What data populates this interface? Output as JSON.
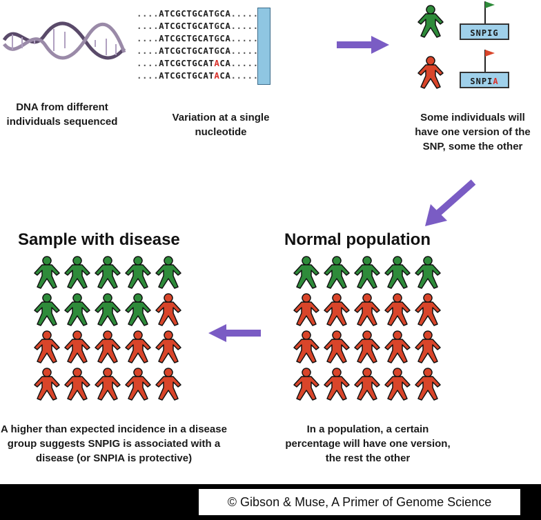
{
  "sequences": {
    "rows": [
      {
        "dots_left": "....",
        "prefix": "ATCGCTGCAT",
        "snp": "G",
        "suffix": "CA",
        "dots_right": ".....",
        "alt": false
      },
      {
        "dots_left": "....",
        "prefix": "ATCGCTGCAT",
        "snp": "G",
        "suffix": "CA",
        "dots_right": ".....",
        "alt": false
      },
      {
        "dots_left": "....",
        "prefix": "ATCGCTGCAT",
        "snp": "G",
        "suffix": "CA",
        "dots_right": ".....",
        "alt": false
      },
      {
        "dots_left": "....",
        "prefix": "ATCGCTGCAT",
        "snp": "G",
        "suffix": "CA",
        "dots_right": ".....",
        "alt": false
      },
      {
        "dots_left": "....",
        "prefix": "ATCGCTGCAT",
        "snp": "A",
        "suffix": "CA",
        "dots_right": ".....",
        "alt": true
      },
      {
        "dots_left": "....",
        "prefix": "ATCGCTGCAT",
        "snp": "A",
        "suffix": "CA",
        "dots_right": ".....",
        "alt": true
      }
    ]
  },
  "captions": {
    "dna": "DNA from different individuals sequenced",
    "variation": "Variation at a single nucleotide",
    "snp_versions": "Some individuals will have one version of the SNP, some the other",
    "disease_explain": "A higher than expected incidence in a disease group suggests SNPIG is associated with a disease (or SNPIA is protective)",
    "population_explain": "In a population, a certain percentage will have one version, the rest the other"
  },
  "snp_labels": {
    "g": {
      "base": "SNPI",
      "letter": "G"
    },
    "a": {
      "base": "SNPI",
      "letter": "A"
    }
  },
  "headings": {
    "disease": "Sample with disease",
    "normal": "Normal population"
  },
  "groups": {
    "disease_colors": [
      "g",
      "g",
      "g",
      "g",
      "g",
      "g",
      "g",
      "g",
      "g",
      "r",
      "r",
      "r",
      "r",
      "r",
      "r",
      "r",
      "r",
      "r",
      "r",
      "r"
    ],
    "normal_colors": [
      "g",
      "g",
      "g",
      "g",
      "g",
      "r",
      "r",
      "r",
      "r",
      "r",
      "r",
      "r",
      "r",
      "r",
      "r",
      "r",
      "r",
      "r",
      "r",
      "r"
    ]
  },
  "colors": {
    "green": "#2e8b3a",
    "red": "#d9452a",
    "arrow": "#7a5cc4",
    "snp_box": "#9fd0ea"
  },
  "icons": {
    "dna": "dna-helix-icon",
    "person": "person-icon",
    "flag": "flag-icon",
    "arrow": "arrow-icon"
  },
  "footer": {
    "copyright": "© Gibson & Muse,  A Primer of Genome Science"
  }
}
